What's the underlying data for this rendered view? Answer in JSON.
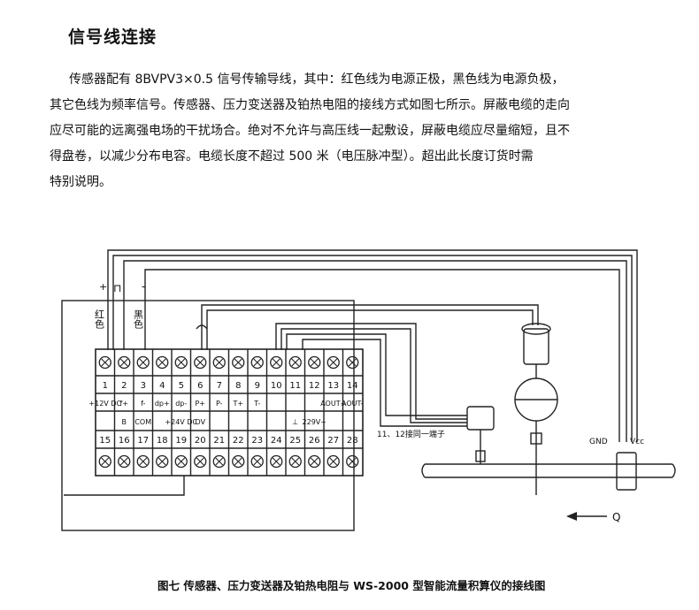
{
  "heading": "信号线连接",
  "paragraph": [
    "传感器配有 8BVPV3×0.5 信号传输导线，其中：红色线为电源正极，黑色线为电源负极，",
    "其它色线为频率信号。传感器、压力变送器及铂热电阻的接线方式如图七所示。屏蔽电缆的走向",
    "应尽可能的远离强电场的干扰场合。绝对不允许与高压线一起敷设，屏蔽电缆应尽量缩短，且不",
    "得盘卷，以减少分布电容。电缆长度不超过 500 米（电压脉冲型）。超出此长度订货时需",
    "特别说明。"
  ],
  "diagram": {
    "top_row_numbers": [
      "1",
      "2",
      "3",
      "4",
      "5",
      "6",
      "7",
      "8",
      "9",
      "10",
      "11",
      "12",
      "13",
      "14"
    ],
    "top_row_labels": [
      "+12V DC",
      "f+",
      "f-",
      "dp+",
      "dp-",
      "P+",
      "P-",
      "T+",
      "T-",
      "",
      "",
      "",
      "AOUT+",
      "AOUT-"
    ],
    "bottom_row_labels": [
      "",
      "B",
      "COM",
      "",
      "+24V DC",
      "OV",
      "",
      "",
      "",
      "",
      "⊥",
      "229V~",
      "",
      ""
    ],
    "bottom_row_numbers": [
      "15",
      "16",
      "17",
      "18",
      "19",
      "20",
      "21",
      "22",
      "23",
      "24",
      "25",
      "26",
      "27",
      "28"
    ],
    "plus_sign": "+",
    "pulse_sign": "⊓",
    "minus_sign": "-",
    "red_label": "红色",
    "black_label": "黑色",
    "rtd_note": "11、12接同一端子",
    "gnd_label": "GND",
    "vcc_label": "Vcc",
    "flow_label": "Q"
  },
  "caption": "图七   传感器、压力变送器及铂热电阻与 WS-2000 型智能流量积算仪的接线图"
}
